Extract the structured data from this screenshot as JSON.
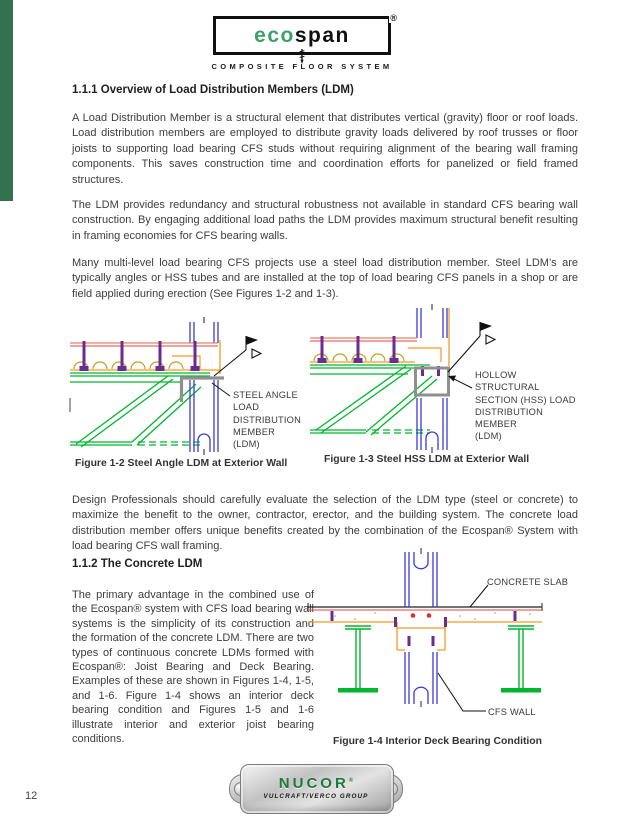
{
  "page": {
    "number": "12"
  },
  "header": {
    "logo": {
      "brand_eco": "eco",
      "brand_span": "span",
      "registered": "®",
      "tagline": "COMPOSITE FLOOR SYSTEM"
    }
  },
  "sections": {
    "s111": {
      "heading": "1.1.1 Overview of Load Distribution Members (LDM)",
      "p1": "A Load Distribution Member is a structural element that distributes vertical (gravity) floor or roof loads. Load distribution members are employed to distribute gravity loads delivered by roof trusses or floor joists to supporting load bearing CFS studs without requiring alignment of the bearing wall framing components. This saves construction time and coordination efforts for panelized or field framed structures.",
      "p2": "The LDM provides redundancy and structural robustness not available in standard CFS bearing wall construction.  By engaging additional load paths the LDM provides maximum structural benefit resulting in framing economies for CFS bearing walls.",
      "p3": "Many multi-level load bearing CFS projects use a steel load distribution member.  Steel LDM’s are typically angles or HSS tubes and are installed at the top of load bearing CFS panels in a shop or are field applied during erection (See Figures 1-2 and 1-3).",
      "p4": "Design Professionals should carefully evaluate the selection of the LDM type (steel or concrete) to maximize the benefit to the owner, contractor, erector, and the building system. The concrete load distribution member offers unique benefits created by the combination of the Ecospan® System with load bearing CFS wall framing."
    },
    "s112": {
      "heading": "1.1.2 The Concrete LDM",
      "p1": "The primary advantage in the combined use of the Ecospan® system with CFS load bearing wall systems is the simplicity of its construction and the formation of the concrete LDM. There are two types of continuous concrete LDMs formed with Ecospan®: Joist Bearing and Deck Bearing. Examples of these are shown in Figures 1-4, 1-5, and 1-6.  Figure 1-4 shows an interior deck bearing condition and Figures 1-5 and 1-6 illustrate interior and exterior joist bearing conditions."
    }
  },
  "figures": {
    "fig2": {
      "caption": "Figure 1-2 Steel Angle LDM at Exterior Wall",
      "label": "STEEL ANGLE\nLOAD\nDISTRIBUTION\nMEMBER\n(LDM)"
    },
    "fig3": {
      "caption": "Figure 1-3 Steel HSS LDM at Exterior Wall",
      "label": "HOLLOW\nSTRUCTURAL\nSECTION (HSS) LOAD\nDISTRIBUTION\nMEMBER\n(LDM)"
    },
    "fig4": {
      "caption": "Figure 1-4 Interior Deck Bearing Condition",
      "label_slab": "CONCRETE SLAB",
      "label_wall": "CFS WALL"
    }
  },
  "footer": {
    "brand": "NUCOR",
    "registered": "®",
    "group": "VULCRAFT/VERCO GROUP"
  },
  "colors": {
    "sidebar_green": "#35714f",
    "logo_green": "#3fa06a",
    "nucor_green": "#1e7a3c",
    "drawing_blue": "#3a3ad6",
    "drawing_green": "#00b62e",
    "drawing_orange": "#f59a23",
    "drawing_red": "#e8413c",
    "drawing_salmon": "#e0836e",
    "drawing_purple": "#6a2c91",
    "drawing_gray": "#8f8f8f",
    "drawing_yellow": "#c0a12c"
  }
}
